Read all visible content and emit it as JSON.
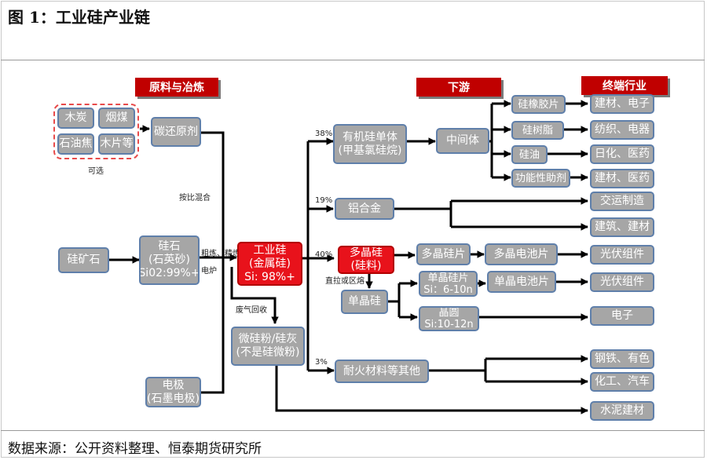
{
  "figure": {
    "title": "图 1：工业硅产业链",
    "source": "数据来源：公开资料整理、恒泰期货研究所"
  },
  "headers": {
    "raw": "原料与冶炼",
    "down": "下游",
    "end": "终端行业"
  },
  "raw_materials": {
    "charcoal": "木炭",
    "bitumen_coal": "烟煤",
    "petcoke": "石油焦",
    "wood_chips": "木片等",
    "optional": "可选",
    "reductant": "碳还原剂",
    "mix_label": "按比混合",
    "ore": "硅矿石",
    "silica": [
      "硅石",
      "(石英砂)",
      "Si02:99%+"
    ],
    "electrode": [
      "电极",
      "(石墨电极)"
    ],
    "smelt_label_1": "粗炼、精炼",
    "smelt_label_2": "电炉"
  },
  "core": {
    "industrial_silicon": [
      "工业硅",
      "(金属硅)",
      "Si: 98%+"
    ],
    "fume_label": "废气回收",
    "microsilica": [
      "微硅粉/硅灰",
      "(不是硅微粉)"
    ]
  },
  "midstream": {
    "organosilicon": [
      "有机硅单体",
      "(甲基氯硅烷)"
    ],
    "pct_organosilicon": "38%",
    "intermediate": "中间体",
    "silicone_rubber": "硅橡胶片",
    "silicone_resin": "硅树脂",
    "silicone_oil": "硅油",
    "functional_aids": "功能性助剂",
    "aluminum_alloy": "铝合金",
    "pct_aluminum": "19%",
    "polysilicon": [
      "多晶硅",
      "(硅料)"
    ],
    "pct_polysilicon": "40%",
    "poly_wafer": "多晶硅片",
    "poly_cell": "多晶电池片",
    "czfz_label": "直拉或区熔",
    "mono_silicon": "单晶硅",
    "mono_wafer": [
      "单晶硅片",
      "Si：6-10n"
    ],
    "mono_cell": "单晶电池片",
    "semi_wafer": [
      "晶圆",
      "Si:10-12n"
    ],
    "refractory": "耐火材料等其他",
    "pct_refractory": "3%"
  },
  "end_use": {
    "e1": "建材、电子",
    "e2": "纺织、电器",
    "e3": "日化、医药",
    "e4": "建材、医药",
    "e5": "交运制造",
    "e6": "建筑、建材",
    "e7": "光伏组件",
    "e8": "光伏组件",
    "e9": "电子",
    "e10": "钢铁、有色",
    "e11": "化工、汽车",
    "e12": "水泥建材"
  },
  "colors": {
    "box_fill": "#a6a6a6",
    "box_border": "#5f7faa",
    "highlight": "#e8121b",
    "header": "#c00000",
    "connector": "#000000"
  }
}
